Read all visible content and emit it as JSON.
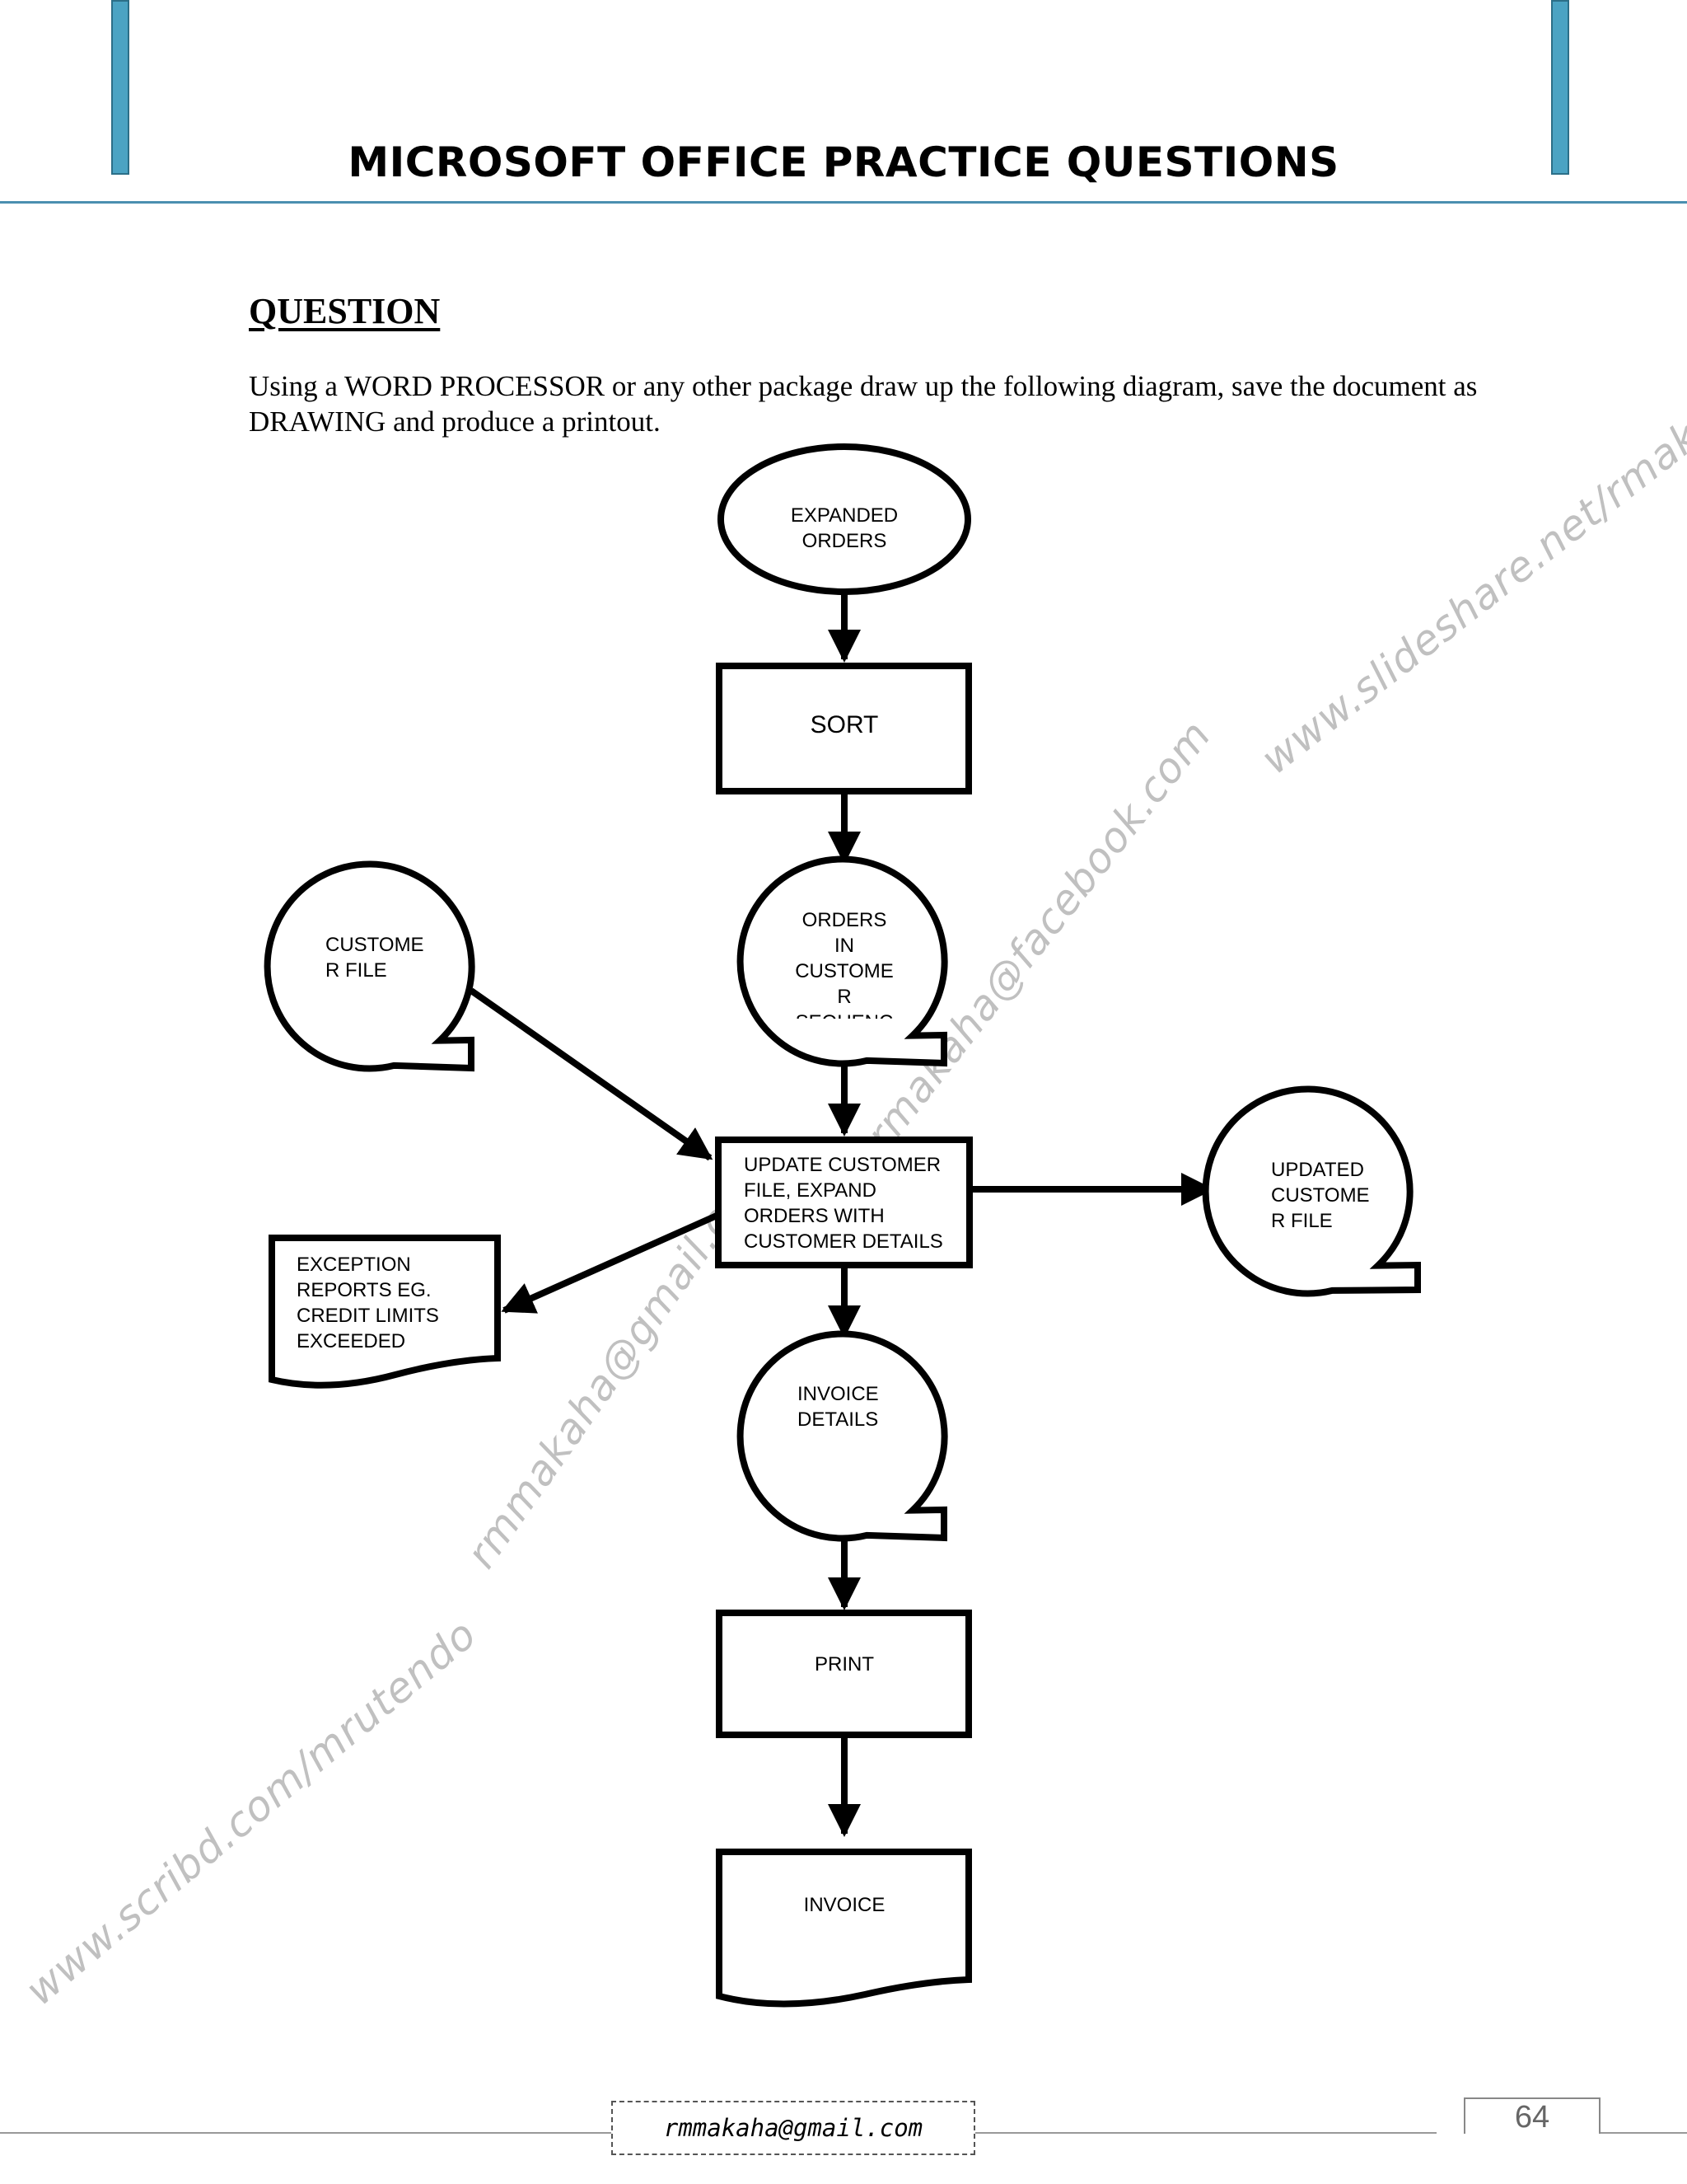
{
  "header": {
    "title": "MICROSOFT OFFICE PRACTICE QUESTIONS",
    "accent_color": "#4ba3c3"
  },
  "question": {
    "heading": "QUESTION",
    "body": "Using a WORD PROCESSOR or any other package draw up the following diagram, save the document as DRAWING and produce a printout."
  },
  "flowchart": {
    "expanded_orders": "EXPANDED\nORDERS",
    "sort": "SORT",
    "orders_in_customer_sequence": "ORDERS\nIN\nCUSTOME\nR\nSEQUENC",
    "customer_file": "CUSTOME\nR FILE",
    "update_process": "UPDATE CUSTOMER\nFILE, EXPAND\nORDERS WITH\nCUSTOMER DETAILS",
    "updated_customer_file": "UPDATED\nCUSTOME\nR FILE",
    "exception_reports": "EXCEPTION\nREPORTS EG.\nCREDIT LIMITS\nEXCEEDED",
    "invoice_details": "INVOICE\nDETAILS",
    "print": "PRINT",
    "invoice": "INVOICE"
  },
  "watermarks": {
    "slideshare": "www.slideshare.net/rmakaha",
    "facebook": "rmakaha@facebook.com",
    "gmail": "rmmakaha@gmail.com",
    "scribd": "www.scribd.com/mrutendo"
  },
  "footer": {
    "email": "rmmakaha@gmail.com",
    "page_number": "64"
  }
}
